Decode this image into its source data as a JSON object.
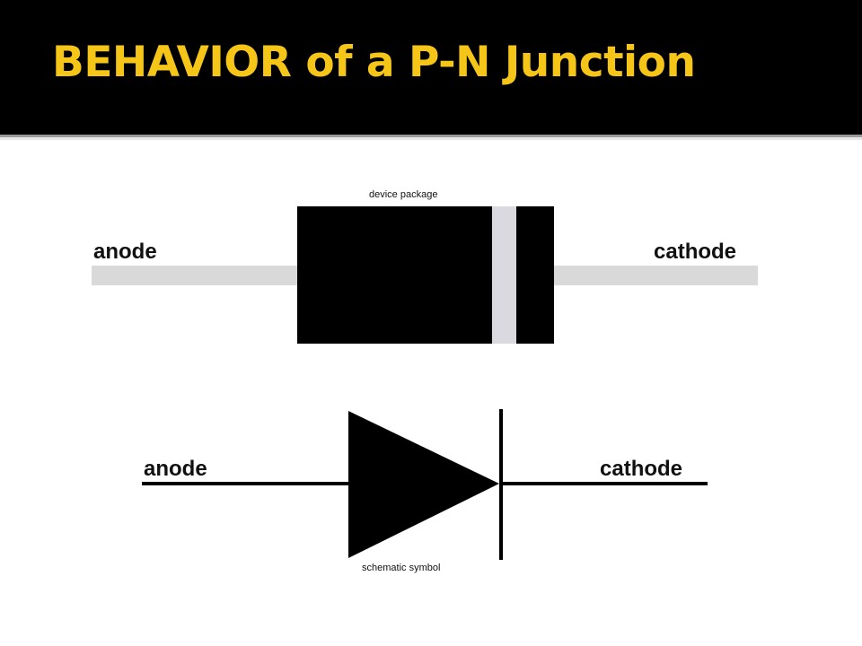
{
  "slide": {
    "title": "BEHAVIOR of a P-N Junction",
    "title_color": "#f5c518",
    "header_background": "#000000"
  },
  "device_package": {
    "caption": "device package",
    "left_label": "anode",
    "right_label": "cathode",
    "lead_color": "#d9d9d9",
    "body_color": "#000000",
    "band_color": "#d9d9df"
  },
  "schematic": {
    "caption": "schematic symbol",
    "left_label": "anode",
    "right_label": "cathode"
  }
}
